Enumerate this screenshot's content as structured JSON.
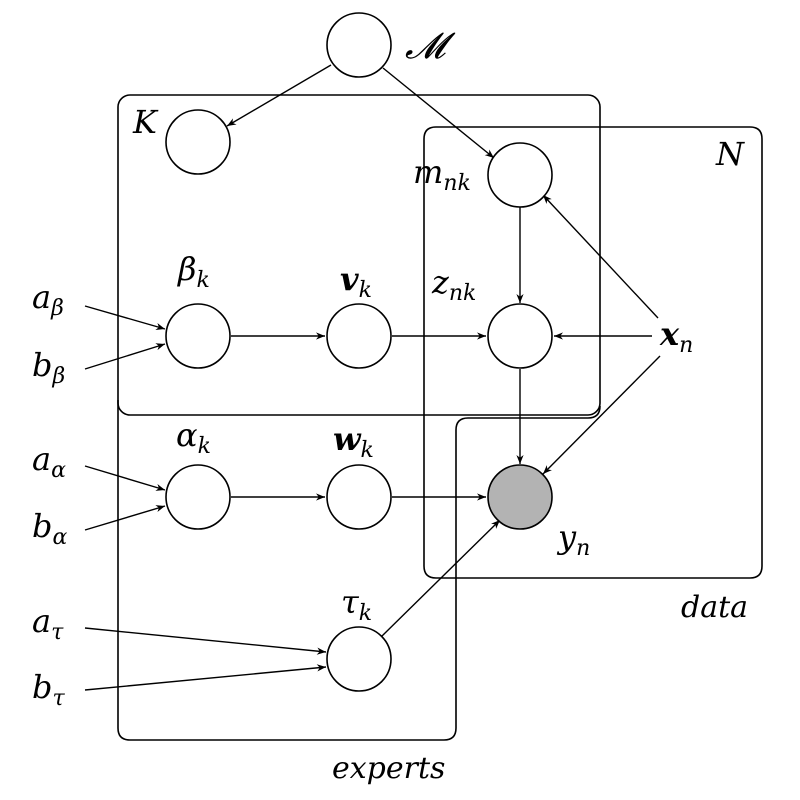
{
  "diagram": {
    "labels": {
      "M": "𝓜",
      "K": "K",
      "N": "N",
      "m_nk": {
        "base": "m",
        "sub": "nk"
      },
      "z_nk": {
        "base": "z",
        "sub": "nk"
      },
      "beta_k": {
        "base": "β",
        "sub": "k"
      },
      "v_k": {
        "base": "v",
        "sub": "k"
      },
      "alpha_k": {
        "base": "α",
        "sub": "k"
      },
      "w_k": {
        "base": "w",
        "sub": "k"
      },
      "tau_k": {
        "base": "τ",
        "sub": "k"
      },
      "x_n": {
        "base": "x",
        "sub": "n"
      },
      "y_n": {
        "base": "y",
        "sub": "n"
      },
      "a_beta": {
        "base": "a",
        "sub": "β"
      },
      "b_beta": {
        "base": "b",
        "sub": "β"
      },
      "a_alpha": {
        "base": "a",
        "sub": "α"
      },
      "b_alpha": {
        "base": "b",
        "sub": "α"
      },
      "a_tau": {
        "base": "a",
        "sub": "τ"
      },
      "b_tau": {
        "base": "b",
        "sub": "τ"
      },
      "plate_data": "data",
      "plate_experts": "experts"
    },
    "observed_node_color": "#b3b3b3"
  }
}
